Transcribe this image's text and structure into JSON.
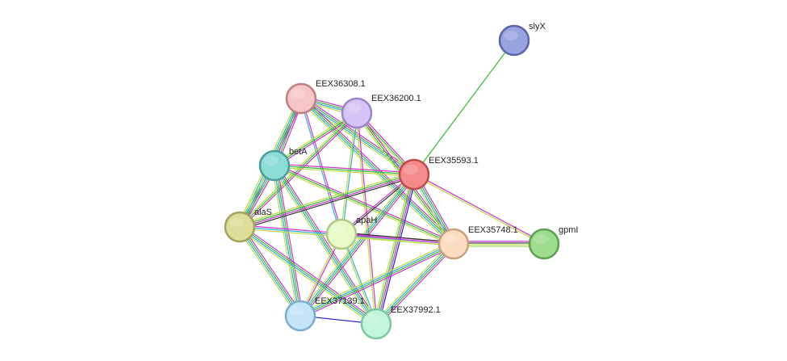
{
  "network": {
    "nodes": [
      {
        "id": "slyX",
        "label": "slyX",
        "fill": "#99a3e0",
        "stroke": "#5a64a8"
      },
      {
        "id": "EEX36308.1",
        "label": "EEX36308.1",
        "fill": "#f7c6c6",
        "stroke": "#c08080"
      },
      {
        "id": "EEX36200.1",
        "label": "EEX36200.1",
        "fill": "#d5c4f5",
        "stroke": "#9a86c6"
      },
      {
        "id": "betA",
        "label": "betA",
        "fill": "#8ddcd5",
        "stroke": "#4c9e98"
      },
      {
        "id": "EEX35593.1",
        "label": "EEX35593.1",
        "fill": "#f48a8a",
        "stroke": "#c04a4a"
      },
      {
        "id": "alaS",
        "label": "alaS",
        "fill": "#dddc98",
        "stroke": "#a3a25e"
      },
      {
        "id": "apaH",
        "label": "apaH",
        "fill": "#e8fbc6",
        "stroke": "#b0c98a"
      },
      {
        "id": "EEX35748.1",
        "label": "EEX35748.1",
        "fill": "#fbdcc0",
        "stroke": "#c8a07c"
      },
      {
        "id": "gpmI",
        "label": "gpmI",
        "fill": "#9edc8e",
        "stroke": "#5ca050"
      },
      {
        "id": "EEX37139.1",
        "label": "EEX37139.1",
        "fill": "#c4e4f8",
        "stroke": "#7aaed0"
      },
      {
        "id": "EEX37992.1",
        "label": "EEX37992.1",
        "fill": "#c2f5da",
        "stroke": "#7cc6a0"
      }
    ],
    "edges": [
      {
        "source": "slyX",
        "target": "EEX35593.1",
        "colors": [
          "#33bb33"
        ]
      },
      {
        "source": "EEX35593.1",
        "target": "gpmI",
        "colors": [
          "#cc33cc",
          "#bbdd44"
        ]
      },
      {
        "source": "EEX35748.1",
        "target": "gpmI",
        "colors": [
          "#cc33cc",
          "#333333",
          "#bbdd44",
          "#aadd66"
        ]
      },
      {
        "source": "EEX36308.1",
        "target": "EEX36200.1",
        "colors": [
          "#cc33cc",
          "#33bb33",
          "#33aadd",
          "#bbdd44"
        ]
      },
      {
        "source": "EEX36308.1",
        "target": "betA",
        "colors": [
          "#cc33cc",
          "#33bb33",
          "#33aadd",
          "#bbdd44"
        ]
      },
      {
        "source": "EEX36308.1",
        "target": "alaS",
        "colors": [
          "#cc33cc",
          "#33bb33",
          "#33aadd",
          "#bbdd44"
        ]
      },
      {
        "source": "EEX36308.1",
        "target": "EEX35593.1",
        "colors": [
          "#cc33cc",
          "#33bb33",
          "#33aadd",
          "#bbdd44"
        ]
      },
      {
        "source": "EEX36308.1",
        "target": "EEX35748.1",
        "colors": [
          "#cc33cc",
          "#33bb33",
          "#33aadd",
          "#bbdd44"
        ]
      },
      {
        "source": "EEX36308.1",
        "target": "apaH",
        "colors": [
          "#cc33cc",
          "#33aadd"
        ]
      },
      {
        "source": "EEX36200.1",
        "target": "betA",
        "colors": [
          "#cc33cc",
          "#33bb33",
          "#bbdd44"
        ]
      },
      {
        "source": "EEX36200.1",
        "target": "alaS",
        "colors": [
          "#cc33cc",
          "#33bb33",
          "#bbdd44"
        ]
      },
      {
        "source": "EEX36200.1",
        "target": "EEX35593.1",
        "colors": [
          "#cc33cc",
          "#33bb33",
          "#bbdd44"
        ]
      },
      {
        "source": "EEX36200.1",
        "target": "EEX35748.1",
        "colors": [
          "#cc33cc",
          "#33bb33",
          "#bbdd44"
        ]
      },
      {
        "source": "EEX36200.1",
        "target": "apaH",
        "colors": [
          "#33aadd",
          "#bbdd44"
        ]
      },
      {
        "source": "EEX36200.1",
        "target": "EEX37992.1",
        "colors": [
          "#cc33cc",
          "#bbdd44"
        ]
      },
      {
        "source": "betA",
        "target": "alaS",
        "colors": [
          "#cc33cc",
          "#33bb33",
          "#33aadd",
          "#bbdd44"
        ]
      },
      {
        "source": "betA",
        "target": "EEX35593.1",
        "colors": [
          "#cc33cc",
          "#33bb33",
          "#bbdd44"
        ]
      },
      {
        "source": "betA",
        "target": "EEX35748.1",
        "colors": [
          "#cc33cc",
          "#33bb33",
          "#bbdd44"
        ]
      },
      {
        "source": "betA",
        "target": "EEX37139.1",
        "colors": [
          "#cc33cc",
          "#33bb33",
          "#33aadd",
          "#bbdd44"
        ]
      },
      {
        "source": "betA",
        "target": "EEX37992.1",
        "colors": [
          "#cc33cc",
          "#33bb33",
          "#33aadd",
          "#bbdd44"
        ]
      },
      {
        "source": "EEX35593.1",
        "target": "alaS",
        "colors": [
          "#333333",
          "#cc33cc",
          "#33bb33",
          "#bbdd44"
        ]
      },
      {
        "source": "EEX35593.1",
        "target": "apaH",
        "colors": [
          "#333333",
          "#cc33cc"
        ]
      },
      {
        "source": "EEX35593.1",
        "target": "EEX35748.1",
        "colors": [
          "#cc33cc",
          "#33bb33",
          "#33aadd",
          "#bbdd44"
        ]
      },
      {
        "source": "EEX35593.1",
        "target": "EEX37139.1",
        "colors": [
          "#cc33cc",
          "#33bb33",
          "#33aadd",
          "#bbdd44"
        ]
      },
      {
        "source": "EEX35593.1",
        "target": "EEX37992.1",
        "colors": [
          "#2222cc",
          "#cc33cc",
          "#33bb33",
          "#bbdd44"
        ]
      },
      {
        "source": "alaS",
        "target": "EEX35748.1",
        "colors": [
          "#cc33cc",
          "#33aadd",
          "#bbdd44"
        ]
      },
      {
        "source": "alaS",
        "target": "EEX37139.1",
        "colors": [
          "#cc33cc",
          "#33bb33",
          "#33aadd",
          "#bbdd44"
        ]
      },
      {
        "source": "alaS",
        "target": "EEX37992.1",
        "colors": [
          "#cc33cc",
          "#33bb33",
          "#33aadd",
          "#bbdd44"
        ]
      },
      {
        "source": "apaH",
        "target": "EEX35748.1",
        "colors": [
          "#333333",
          "#cc33cc",
          "#bbdd44"
        ]
      },
      {
        "source": "apaH",
        "target": "EEX37139.1",
        "colors": [
          "#cc33cc",
          "#bbdd44"
        ]
      },
      {
        "source": "apaH",
        "target": "EEX37992.1",
        "colors": [
          "#33aadd",
          "#bbdd44"
        ]
      },
      {
        "source": "EEX35748.1",
        "target": "EEX37139.1",
        "colors": [
          "#cc33cc",
          "#33bb33",
          "#33aadd",
          "#bbdd44"
        ]
      },
      {
        "source": "EEX35748.1",
        "target": "EEX37992.1",
        "colors": [
          "#cc33cc",
          "#33bb33",
          "#33aadd",
          "#bbdd44"
        ]
      },
      {
        "source": "EEX37139.1",
        "target": "EEX37992.1",
        "colors": [
          "#2222cc"
        ]
      }
    ]
  }
}
